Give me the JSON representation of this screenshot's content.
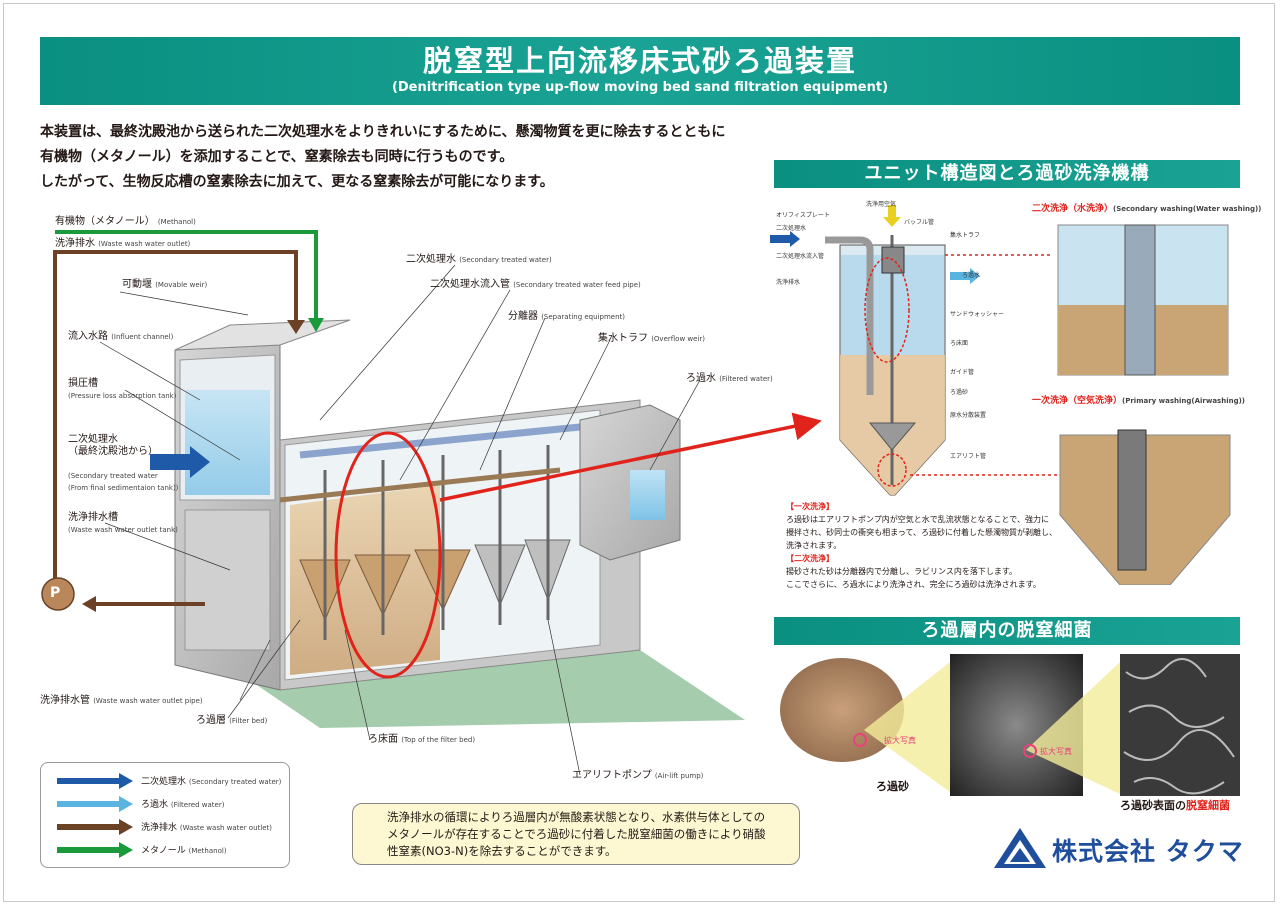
{
  "title": {
    "main": "脱窒型上向流移床式砂ろ過装置",
    "sub": "(Denitrification type up-flow moving bed sand filtration equipment)"
  },
  "intro": [
    "本装置は、最終沈殿池から送られた二次処理水をよりきれいにするために、懸濁物質を更に除去するとともに",
    "有機物（メタノール）を添加することで、窒素除去も同時に行うものです。",
    "したがって、生物反応槽の窒素除去に加えて、更なる窒素除去が可能になります。"
  ],
  "main_labels": {
    "methanol": {
      "jp": "有機物（メタノール）",
      "en": "(Methanol)"
    },
    "wash_outlet": {
      "jp": "洗浄排水",
      "en": "(Waste wash water outlet)"
    },
    "movable_weir": {
      "jp": "可動堰",
      "en": "(Movable weir)"
    },
    "influent_channel": {
      "jp": "流入水路",
      "en": "(Influent channel)"
    },
    "pressure_tank": {
      "jp": "損圧槽",
      "en": "(Pressure loss absorption tank)"
    },
    "secondary_in": {
      "jp1": "二次処理水",
      "jp2": "（最終沈殿池から）",
      "en1": "(Secondary treated water",
      "en2": "(From final sedimentaion tank))"
    },
    "wash_tank": {
      "jp": "洗浄排水槽",
      "en": "(Waste wash water outlet tank)"
    },
    "pump": "P",
    "wash_pipe": {
      "jp": "洗浄排水管",
      "en": "(Waste wash water outlet pipe)"
    },
    "filter_bed": {
      "jp": "ろ過層",
      "en": "(Filter bed)"
    },
    "top_filter_bed": {
      "jp": "ろ床面",
      "en": "(Top of the filter bed)"
    },
    "airlift": {
      "jp": "エアリフトポンプ",
      "en": "(Air-lift pump)"
    },
    "secondary_water": {
      "jp": "二次処理水",
      "en": "(Secondary treated water)"
    },
    "feed_pipe": {
      "jp": "二次処理水流入管",
      "en": "(Secondary treated water feed pipe)"
    },
    "separator": {
      "jp": "分離器",
      "en": "(Separating equipment)"
    },
    "overflow": {
      "jp": "集水トラフ",
      "en": "(Overflow weir)"
    },
    "filtered": {
      "jp": "ろ過水",
      "en": "(Filtered water)"
    }
  },
  "legend": [
    {
      "jp": "二次処理水",
      "en": "(Secondary treated water)",
      "color": "#1e5aa8"
    },
    {
      "jp": "ろ過水",
      "en": "(Filtered water)",
      "color": "#5ab4e0"
    },
    {
      "jp": "洗浄排水",
      "en": "(Waste wash water outlet)",
      "color": "#6b4226"
    },
    {
      "jp": "メタノール",
      "en": "(Methanol)",
      "color": "#1a9a3a"
    }
  ],
  "callout": [
    "洗浄排水の循環によりろ過層内が無酸素状態となり、水素供与体としての",
    "メタノールが存在することでろ過砂に付着した脱窒細菌の働きにより硝酸",
    "性窒素(NO3-N)を除去することができます。"
  ],
  "unit": {
    "heading": "ユニット構造図とろ過砂洗浄機構",
    "labels": {
      "orifice": "オリフィスプレート",
      "air": "洗浄用空気",
      "baffle": "バッフル管",
      "trough": "集水トラフ",
      "secondary": "二次処理水",
      "feed_pipe": "二次処理水流入管",
      "filtered": "ろ過水",
      "wash_out": "洗浄排水",
      "sand_washer": "サンドウォッシャー",
      "bed_top": "ろ床面",
      "guide": "ガイド管",
      "sand": "ろ過砂",
      "distributor": "原水分散装置",
      "airlift": "エアリフト管"
    },
    "secondary_wash": {
      "title": "二次洗浄（水洗浄）",
      "en": "(Secondary washing(Water washing))"
    },
    "primary_wash": {
      "title": "一次洗浄（空気洗浄）",
      "en": "(Primary washing(Airwashing))"
    },
    "text": {
      "h1": "【一次洗浄】",
      "p1": [
        "ろ過砂はエアリフトポンプ内が空気と水で乱流状態となることで、強力に",
        "攪拌され、砂同士の衝突も相まって、ろ過砂に付着した懸濁物質が剥離し、",
        "洗浄されます。"
      ],
      "h2": "【二次洗浄】",
      "p2": [
        "揚砂された砂は分離器内で分離し、ラビリンス内を落下します。",
        "ここでさらに、ろ過水により洗浄され、完全にろ過砂は洗浄されます。"
      ]
    }
  },
  "bacteria": {
    "heading": "ろ過層内の脱窒細菌",
    "zoom": "拡大写真",
    "sand": "ろ過砂",
    "caption_prefix": "ろ過砂表面の",
    "caption_highlight": "脱窒細菌"
  },
  "company": "株式会社 タクマ"
}
